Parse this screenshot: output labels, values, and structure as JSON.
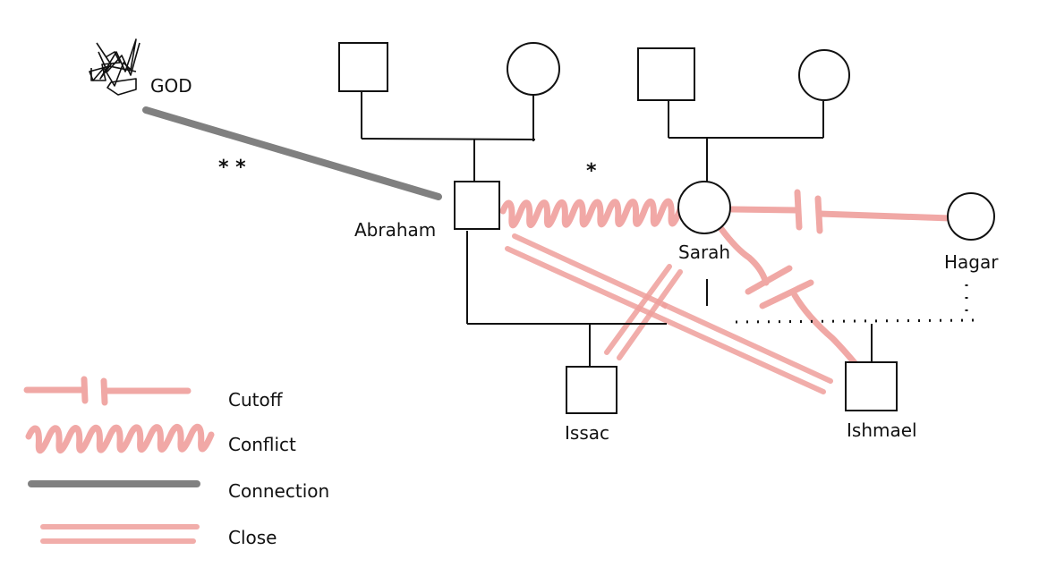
{
  "colors": {
    "ink": "#111111",
    "relationship_pink": "#ef9f9c",
    "connection_gray": "#808080",
    "background": "#ffffff"
  },
  "icons": {
    "god": "crown-scribble-icon"
  },
  "people": {
    "god": "GOD",
    "abraham": "Abraham",
    "sarah": "Sarah",
    "hagar": "Hagar",
    "issac": "Issac",
    "ishmael": "Ishmael"
  },
  "annotations": {
    "god_abraham": "* *",
    "abraham_sarah": "*"
  },
  "legend": {
    "cutoff": "Cutoff",
    "conflict": "Conflict",
    "connection": "Connection",
    "close": "Close"
  }
}
